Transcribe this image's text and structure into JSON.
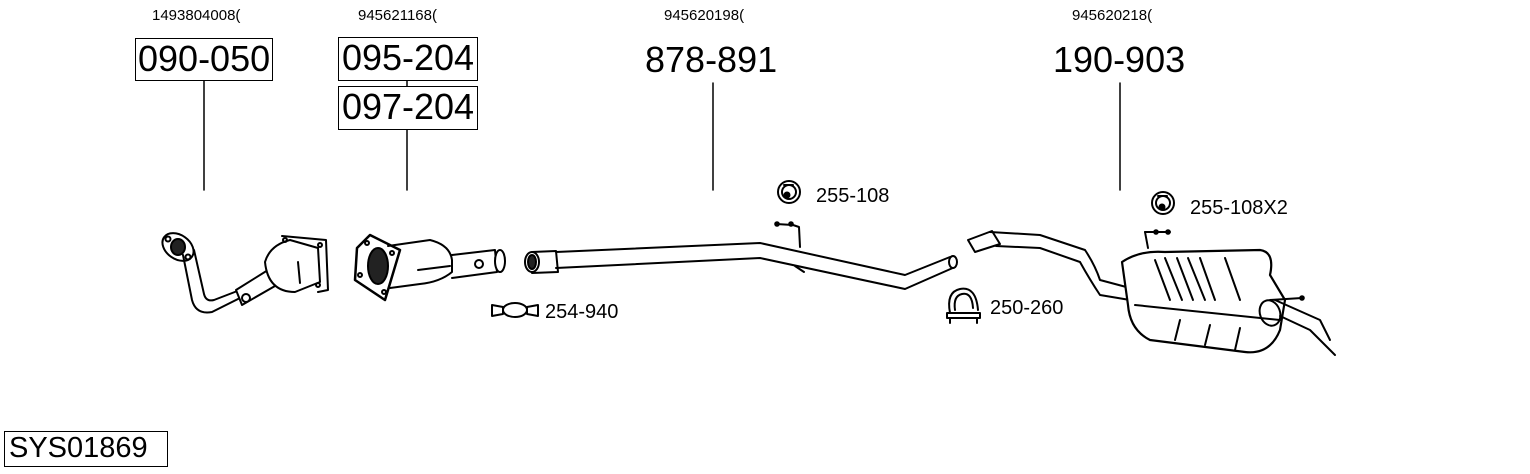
{
  "diagram": {
    "system_code": "SYS01869",
    "components": [
      {
        "oem": "1493804008(",
        "part_numbers": [
          "090-050"
        ],
        "boxed": true,
        "icon": "catalytic-converter-front"
      },
      {
        "oem": "945621168(",
        "part_numbers": [
          "095-204",
          "097-204"
        ],
        "boxed": true,
        "icon": "diesel-particulate-filter"
      },
      {
        "oem": "945620198(",
        "part_numbers": [
          "878-891"
        ],
        "boxed": false,
        "icon": "middle-pipe"
      },
      {
        "oem": "945620218(",
        "part_numbers": [
          "190-903"
        ],
        "boxed": false,
        "icon": "rear-silencer"
      }
    ],
    "accessories": [
      {
        "label": "255-108",
        "icon": "rubber-hanger-icon"
      },
      {
        "label": "254-940",
        "icon": "pipe-clamp-icon"
      },
      {
        "label": "250-260",
        "icon": "u-bolt-clamp-icon"
      },
      {
        "label": "255-108X2",
        "icon": "rubber-hanger-icon"
      }
    ],
    "colors": {
      "line": "#000000",
      "background": "#ffffff"
    }
  }
}
